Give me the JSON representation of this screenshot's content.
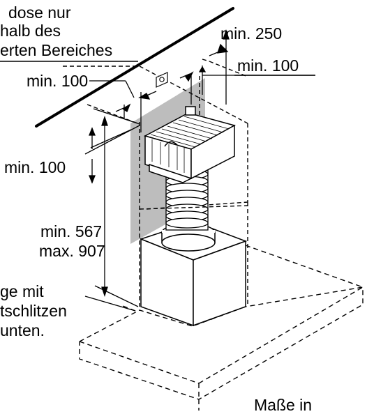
{
  "labels": {
    "socket_note": [
      "dose nur",
      "halb des",
      "erten Bereiches"
    ],
    "min_250": "min. 250",
    "min_100_right": "min. 100",
    "min_100_left": "min. 100",
    "min_100_mid": "min. 100",
    "min_567": "min. 567",
    "max_907": "max. 907",
    "slots_note": [
      "ge mit",
      "tschlitzen",
      "unten."
    ],
    "dimensions_note": "Maße in"
  },
  "colors": {
    "line": "#000000",
    "panel": "#bdbdbd",
    "background": "#ffffff"
  }
}
